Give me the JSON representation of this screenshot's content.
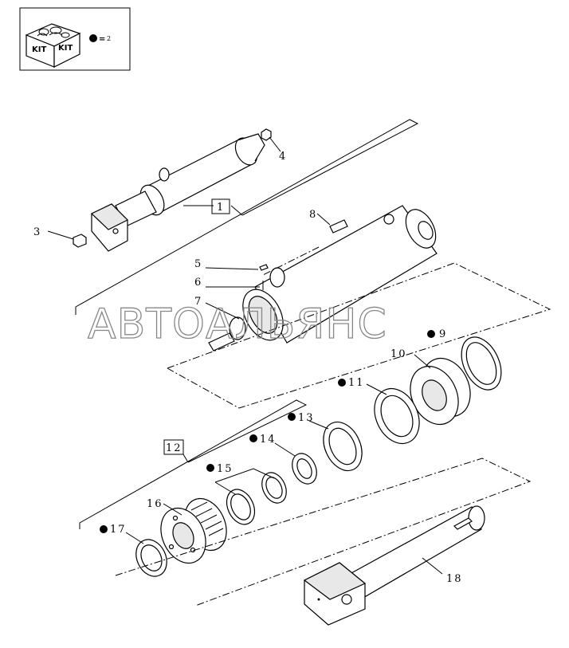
{
  "kit_legend": {
    "kit_label_left": "KIT",
    "kit_label_right": "KIT",
    "equals": "=",
    "qty": "2"
  },
  "watermark": "АВТОАЛЬЯНС",
  "callouts": {
    "c1": "1",
    "c3": "3",
    "c4": "4",
    "c5": "5",
    "c6": "6",
    "c7": "7",
    "c8": "8",
    "c9": "9",
    "c10": "10",
    "c11": "11",
    "c12": "12",
    "c13": "13",
    "c14": "14",
    "c15": "15",
    "c16": "16",
    "c17": "17",
    "c18": "18"
  },
  "colors": {
    "line": "#000000",
    "watermark": "#888888"
  }
}
